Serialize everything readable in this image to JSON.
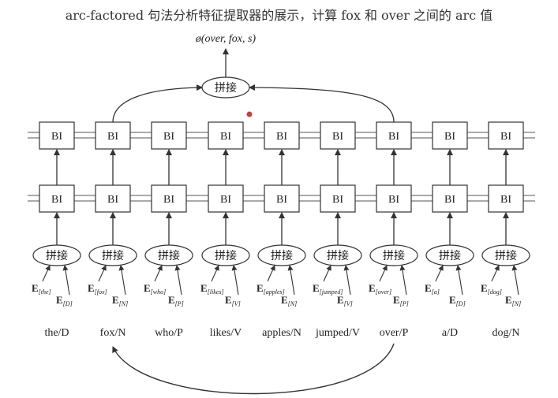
{
  "title": "arc-factored 句法分析特征提取器的展示，计算 fox 和 over 之间的 arc 值",
  "output_label": "ø(over, fox, s)",
  "concat_label": "拼接",
  "bi_label": "BI",
  "tokens": [
    {
      "label": "the/D",
      "word_emb": "the",
      "tag_emb": "D"
    },
    {
      "label": "fox/N",
      "word_emb": "fox",
      "tag_emb": "N"
    },
    {
      "label": "who/P",
      "word_emb": "who",
      "tag_emb": "P"
    },
    {
      "label": "likes/V",
      "word_emb": "likes",
      "tag_emb": "V"
    },
    {
      "label": "apples/N",
      "word_emb": "apples",
      "tag_emb": "N"
    },
    {
      "label": "jumped/V",
      "word_emb": "jumped",
      "tag_emb": "V"
    },
    {
      "label": "over/P",
      "word_emb": "over",
      "tag_emb": "P"
    },
    {
      "label": "a/D",
      "word_emb": "a",
      "tag_emb": "D"
    },
    {
      "label": "dog/N",
      "word_emb": "dog",
      "tag_emb": "N"
    }
  ],
  "highlight_from": "over/P",
  "highlight_to": "fox/N"
}
